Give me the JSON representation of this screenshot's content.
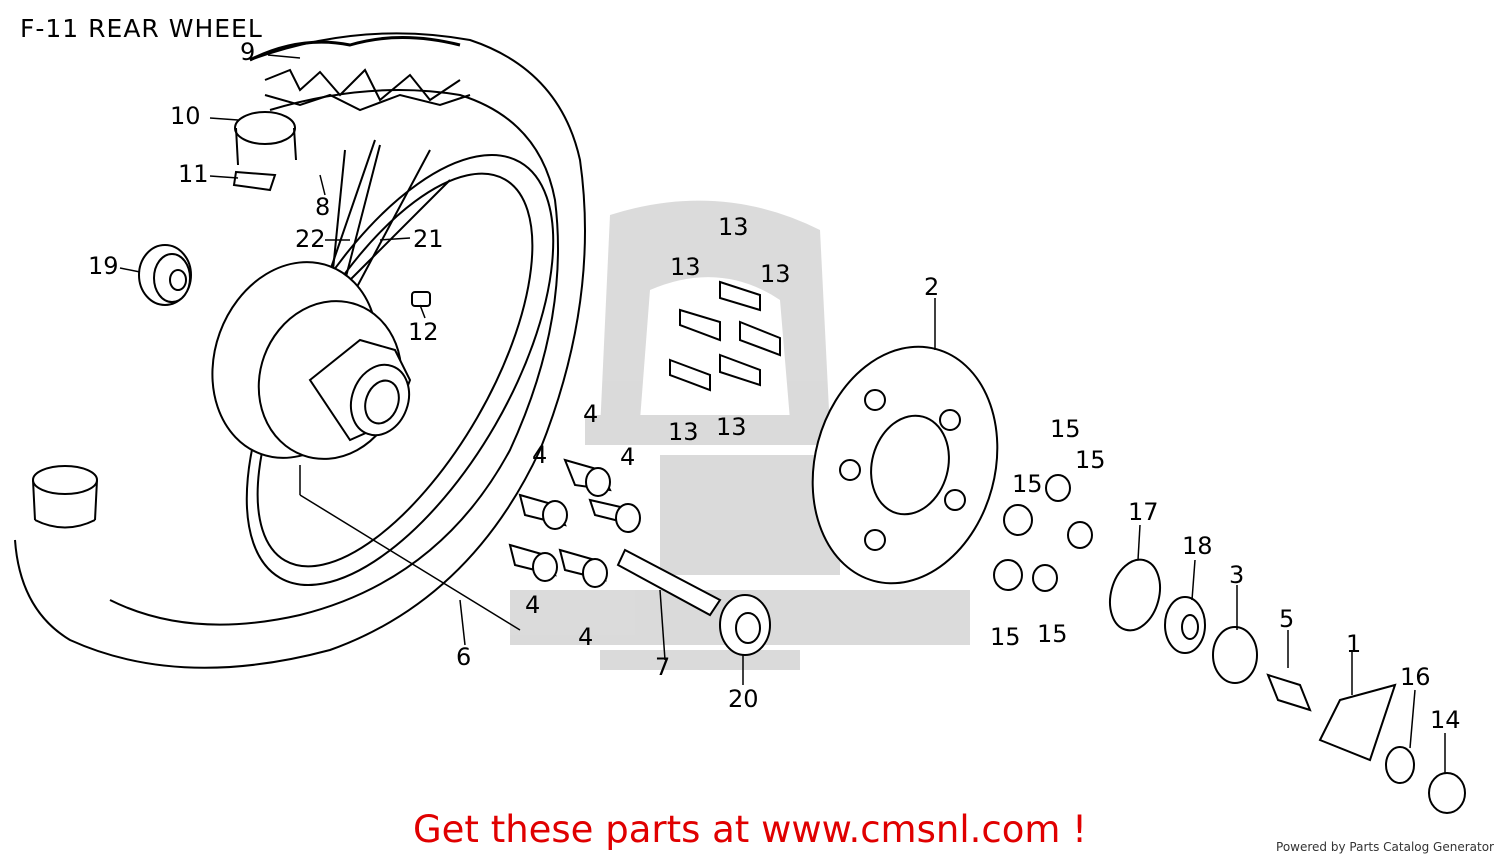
{
  "page": {
    "title": "F-11 REAR WHEEL",
    "cta": "Get these parts at www.cmsnl.com !",
    "footer": "Powered by Parts Catalog Generator"
  },
  "colors": {
    "cta": "#e00000",
    "ink": "#000000",
    "watermark": "#bdbdbd"
  },
  "callouts": {
    "c1": "1",
    "c2": "2",
    "c3": "3",
    "c4a": "4",
    "c4b": "4",
    "c4c": "4",
    "c4d": "4",
    "c4e": "4",
    "c5": "5",
    "c6": "6",
    "c7": "7",
    "c8": "8",
    "c9": "9",
    "c10": "10",
    "c11": "11",
    "c12": "12",
    "c13a": "13",
    "c13b": "13",
    "c13c": "13",
    "c13d": "13",
    "c13e": "13",
    "c14": "14",
    "c15a": "15",
    "c15b": "15",
    "c15c": "15",
    "c15d": "15",
    "c15e": "15",
    "c16": "16",
    "c17": "17",
    "c18": "18",
    "c19": "19",
    "c20": "20",
    "c21": "21",
    "c22": "22"
  }
}
